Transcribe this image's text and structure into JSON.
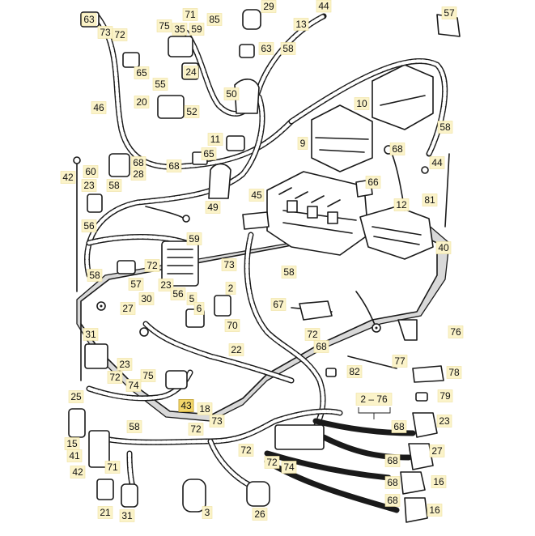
{
  "callouts": [
    {
      "text": "63"
    },
    {
      "text": "71"
    },
    {
      "text": "85"
    },
    {
      "text": "29"
    },
    {
      "text": "44"
    },
    {
      "text": "57"
    },
    {
      "text": "73"
    },
    {
      "text": "75"
    },
    {
      "text": "35"
    },
    {
      "text": "59"
    },
    {
      "text": "13"
    },
    {
      "text": "72"
    },
    {
      "text": "63"
    },
    {
      "text": "58"
    },
    {
      "text": "65"
    },
    {
      "text": "24"
    },
    {
      "text": "55"
    },
    {
      "text": "46"
    },
    {
      "text": "20"
    },
    {
      "text": "52"
    },
    {
      "text": "50"
    },
    {
      "text": "10"
    },
    {
      "text": "58"
    },
    {
      "text": "11"
    },
    {
      "text": "9"
    },
    {
      "text": "68"
    },
    {
      "text": "65"
    },
    {
      "text": "68"
    },
    {
      "text": "28"
    },
    {
      "text": "42"
    },
    {
      "text": "60"
    },
    {
      "text": "58"
    },
    {
      "text": "23"
    },
    {
      "text": "68"
    },
    {
      "text": "44"
    },
    {
      "text": "66"
    },
    {
      "text": "12"
    },
    {
      "text": "81"
    },
    {
      "text": "45"
    },
    {
      "text": "49"
    },
    {
      "text": "56"
    },
    {
      "text": "59"
    },
    {
      "text": "40"
    },
    {
      "text": "72"
    },
    {
      "text": "73"
    },
    {
      "text": "58"
    },
    {
      "text": "58"
    },
    {
      "text": "57"
    },
    {
      "text": "23"
    },
    {
      "text": "56"
    },
    {
      "text": "2"
    },
    {
      "text": "5"
    },
    {
      "text": "27"
    },
    {
      "text": "30"
    },
    {
      "text": "6"
    },
    {
      "text": "67"
    },
    {
      "text": "70"
    },
    {
      "text": "76"
    },
    {
      "text": "31"
    },
    {
      "text": "72"
    },
    {
      "text": "68"
    },
    {
      "text": "22"
    },
    {
      "text": "23"
    },
    {
      "text": "75"
    },
    {
      "text": "77"
    },
    {
      "text": "72"
    },
    {
      "text": "74"
    },
    {
      "text": "82"
    },
    {
      "text": "78"
    },
    {
      "text": "25"
    },
    {
      "text": "43"
    },
    {
      "text": "2 – 76"
    },
    {
      "text": "79"
    },
    {
      "text": "18"
    },
    {
      "text": "73"
    },
    {
      "text": "58"
    },
    {
      "text": "72"
    },
    {
      "text": "72"
    },
    {
      "text": "68"
    },
    {
      "text": "23"
    },
    {
      "text": "15"
    },
    {
      "text": "41"
    },
    {
      "text": "68"
    },
    {
      "text": "27"
    },
    {
      "text": "71"
    },
    {
      "text": "42"
    },
    {
      "text": "72"
    },
    {
      "text": "74"
    },
    {
      "text": "68"
    },
    {
      "text": "16"
    },
    {
      "text": "68"
    },
    {
      "text": "16"
    },
    {
      "text": "21"
    },
    {
      "text": "31"
    },
    {
      "text": "3"
    },
    {
      "text": "26"
    }
  ],
  "highlight": {
    "text": "43"
  },
  "colors": {
    "callout_bg": "#fbf3c9",
    "highlight_bg": "#f3d66a",
    "ink": "#1a1a1a"
  }
}
